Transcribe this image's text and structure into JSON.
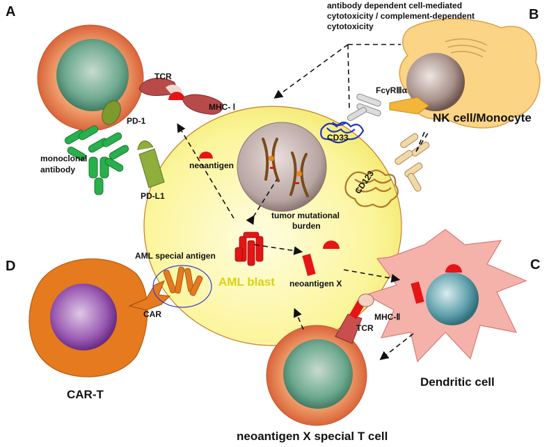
{
  "panels": {
    "a": "A",
    "b": "B",
    "c": "C",
    "d": "D"
  },
  "labels": {
    "adcc": "antibody dependent cell-mediated",
    "adcc2": "cytotoxicity / complement-dependent",
    "adcc3": "cytotoxicity",
    "tcr_top": "TCR",
    "mhc1": "MHC- Ⅰ",
    "pd1": "PD-1",
    "monoclonal": "monoclonal",
    "antibody": "antibody",
    "pdl1": "PD-L1",
    "neoantigen": "neoantigen",
    "fcgr": "FcγRⅢα",
    "nk": "NK cell/Monocyte",
    "cd33": "CD33",
    "cd123": "CD123",
    "tmb1": "tumor mutational",
    "tmb2": "burden",
    "aml_special": "AML special antigen",
    "aml_blast": "AML blast",
    "neoantigen_x": "neoantigen X",
    "car": "CAR",
    "cart": "CAR-T",
    "mhc2": "MHC-Ⅱ",
    "tcr_bottom": "TCR",
    "dendritic": "Dendritic cell",
    "xtcell": "neoantigen X special T cell"
  },
  "colors": {
    "aml_fill": "#fbf7a8",
    "aml_text": "#d9d215",
    "tcell_outer": "#d9643a",
    "nucleus_green": "#5e9c84",
    "nk_fill": "#fbd486",
    "cart_fill": "#e57a1e",
    "cart_nucleus": "#7a3c98",
    "dc_fill": "#f3a7a0",
    "dc_nucleus": "#3f8c98",
    "neo_red": "#e51515",
    "antibody_green": "#27b04b",
    "cd33_blue": "#2233bb",
    "cd123_brown": "#b3742a"
  }
}
